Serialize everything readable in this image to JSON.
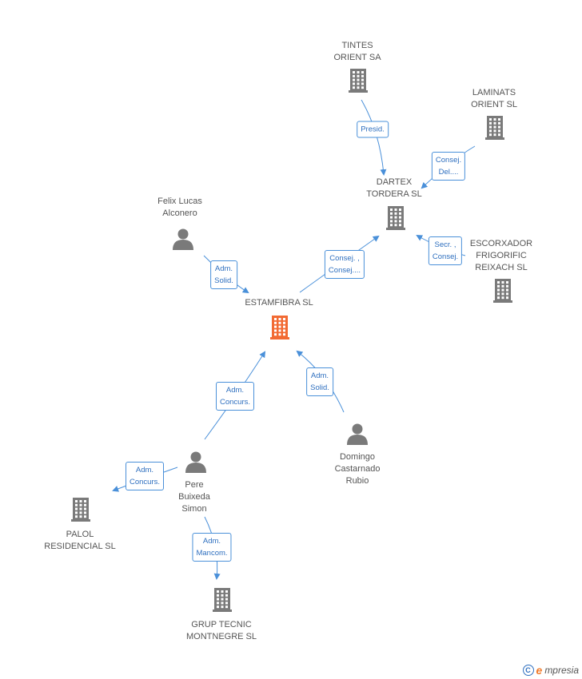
{
  "colors": {
    "building": "#7a7a7a",
    "center_building": "#f26a33",
    "person": "#7a7a7a",
    "edge": "#4a90d9"
  },
  "nodes": [
    {
      "id": "estamfibra",
      "type": "company-center",
      "label": "ESTAMFIBRA SL"
    },
    {
      "id": "tintes",
      "type": "company",
      "label": "TINTES\nORIENT SA"
    },
    {
      "id": "laminats",
      "type": "company",
      "label": "LAMINATS\nORIENT  SL"
    },
    {
      "id": "dartex",
      "type": "company",
      "label": "DARTEX\nTORDERA SL"
    },
    {
      "id": "escorxador",
      "type": "company",
      "label": "ESCORXADOR\nFRIGORIFIC\nREIXACH SL"
    },
    {
      "id": "felix",
      "type": "person",
      "label": "Felix Lucas\nAlconero"
    },
    {
      "id": "domingo",
      "type": "person",
      "label": "Domingo\nCastarnado\nRubio"
    },
    {
      "id": "pere",
      "type": "person",
      "label": "Pere\nBuixeda\nSimon"
    },
    {
      "id": "palol",
      "type": "company",
      "label": "PALOL\nRESIDENCIAL SL"
    },
    {
      "id": "grup",
      "type": "company",
      "label": "GRUP TECNIC\nMONTNEGRE SL"
    }
  ],
  "edges": [
    {
      "from": "tintes",
      "to": "dartex",
      "role": "Presid."
    },
    {
      "from": "laminats",
      "to": "dartex",
      "role": "Consej.\nDel...."
    },
    {
      "from": "escorxador",
      "to": "dartex",
      "role": "Secr. ,\nConsej."
    },
    {
      "from": "estamfibra",
      "to": "dartex",
      "role": "Consej. ,\nConsej...."
    },
    {
      "from": "felix",
      "to": "estamfibra",
      "role": "Adm.\nSolid."
    },
    {
      "from": "domingo",
      "to": "estamfibra",
      "role": "Adm.\nSolid."
    },
    {
      "from": "pere",
      "to": "estamfibra",
      "role": "Adm.\nConcurs."
    },
    {
      "from": "pere",
      "to": "palol",
      "role": "Adm.\nConcurs."
    },
    {
      "from": "pere",
      "to": "grup",
      "role": "Adm.\nMancom."
    }
  ],
  "watermark": {
    "copyright_symbol": "C",
    "brand_initial": "e",
    "brand_rest": "mpresia"
  }
}
